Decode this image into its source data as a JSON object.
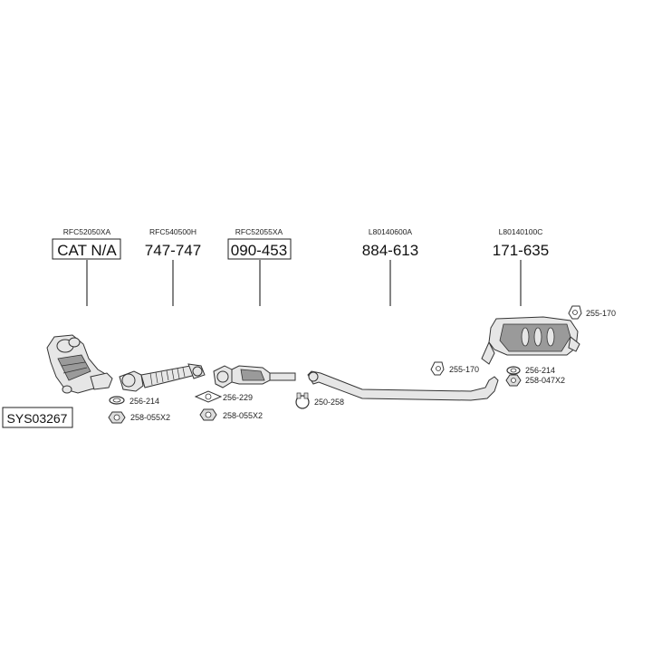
{
  "system_code": "SYS03267",
  "parts": [
    {
      "ref": "RFC52050XA",
      "number": "CAT N/A",
      "boxed": true
    },
    {
      "ref": "RFC540500H",
      "number": "747-747",
      "boxed": false
    },
    {
      "ref": "RFC52055XA",
      "number": "090-453",
      "boxed": true
    },
    {
      "ref": "L80140600A",
      "number": "884-613",
      "boxed": false
    },
    {
      "ref": "L80140100C",
      "number": "171-635",
      "boxed": false
    }
  ],
  "fittings": {
    "f1": "256-214",
    "f2": "258-055X2",
    "f3": "256-229",
    "f4": "258-055X2",
    "f5": "250-258",
    "f6": "255-170",
    "f7": "256-214",
    "f8": "258-047X2",
    "f9": "255-170"
  }
}
